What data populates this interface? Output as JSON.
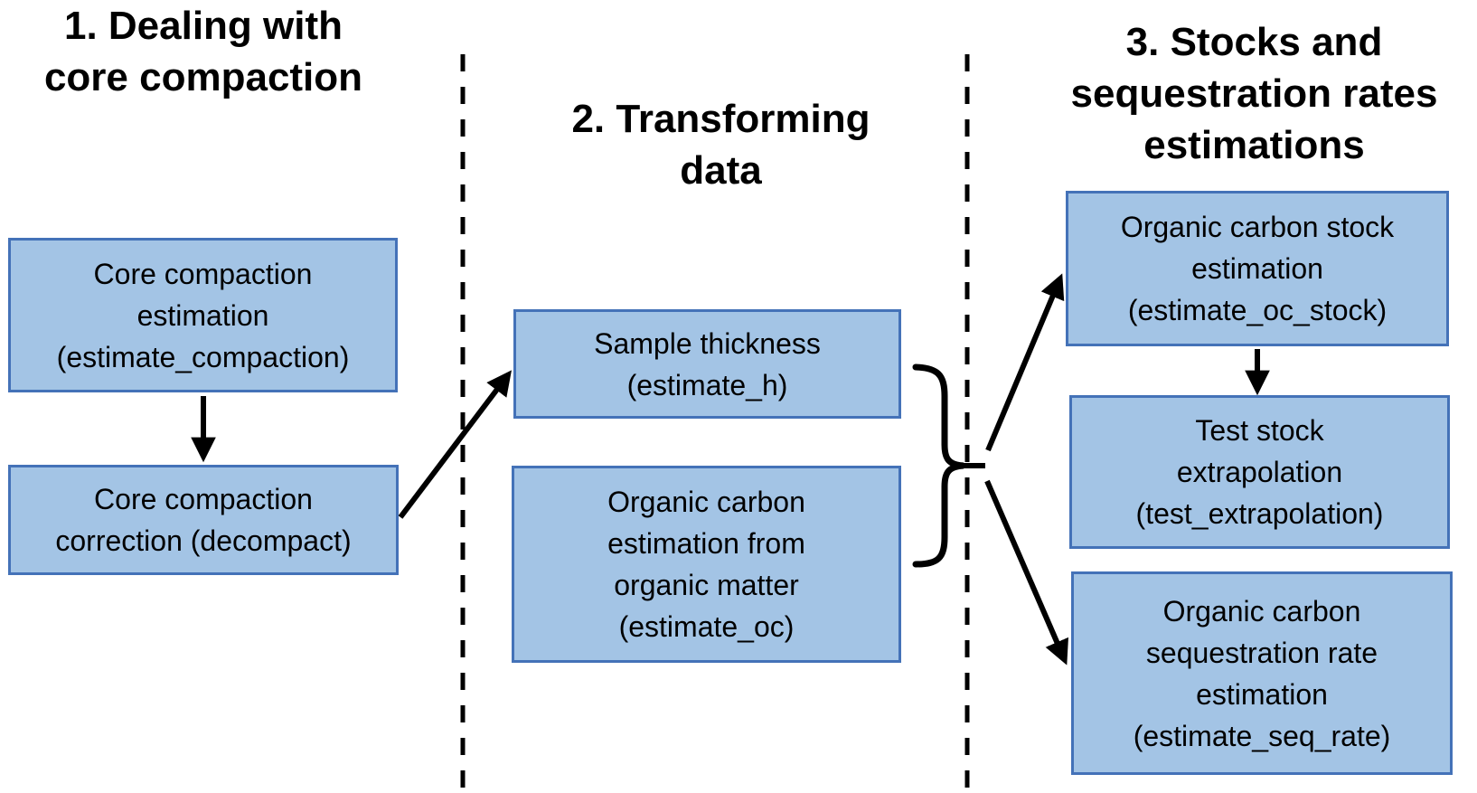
{
  "diagram": {
    "title": "Workflow diagram: core compaction, data transformation, and stock estimation functions",
    "colors": {
      "box_fill": "#A3C4E5",
      "box_border": "#4472B8",
      "connector": "#000000",
      "text": "#000000"
    },
    "columns": [
      {
        "header": {
          "lines": [
            "1. Dealing with",
            "core compaction"
          ]
        },
        "boxes": [
          {
            "id": "estimate_compaction",
            "lines": [
              "Core compaction",
              "estimation",
              "(estimate_compaction)"
            ]
          },
          {
            "id": "decompact",
            "lines": [
              "Core compaction",
              "correction (decompact)"
            ]
          }
        ]
      },
      {
        "header": {
          "lines": [
            "2. Transforming",
            "data"
          ]
        },
        "boxes": [
          {
            "id": "estimate_h",
            "lines": [
              "Sample thickness",
              "(estimate_h)"
            ]
          },
          {
            "id": "estimate_oc",
            "lines": [
              "Organic carbon",
              "estimation from",
              "organic matter",
              "(estimate_oc)"
            ]
          }
        ]
      },
      {
        "header": {
          "lines": [
            "3. Stocks and",
            "sequestration rates",
            "estimations"
          ]
        },
        "boxes": [
          {
            "id": "estimate_oc_stock",
            "lines": [
              "Organic carbon stock",
              "estimation",
              "(estimate_oc_stock)"
            ]
          },
          {
            "id": "test_extrapolation",
            "lines": [
              "Test stock",
              "extrapolation",
              "(test_extrapolation)"
            ]
          },
          {
            "id": "estimate_seq_rate",
            "lines": [
              "Organic carbon",
              "sequestration rate",
              "estimation",
              "(estimate_seq_rate)"
            ]
          }
        ]
      }
    ],
    "edges": [
      {
        "from": "estimate_compaction",
        "to": "decompact"
      },
      {
        "from": "decompact",
        "to": "estimate_h"
      },
      {
        "group": [
          "estimate_h",
          "estimate_oc"
        ],
        "to": "estimate_oc_stock"
      },
      {
        "group": [
          "estimate_h",
          "estimate_oc"
        ],
        "to": "estimate_seq_rate"
      },
      {
        "from": "estimate_oc_stock",
        "to": "test_extrapolation"
      }
    ]
  }
}
